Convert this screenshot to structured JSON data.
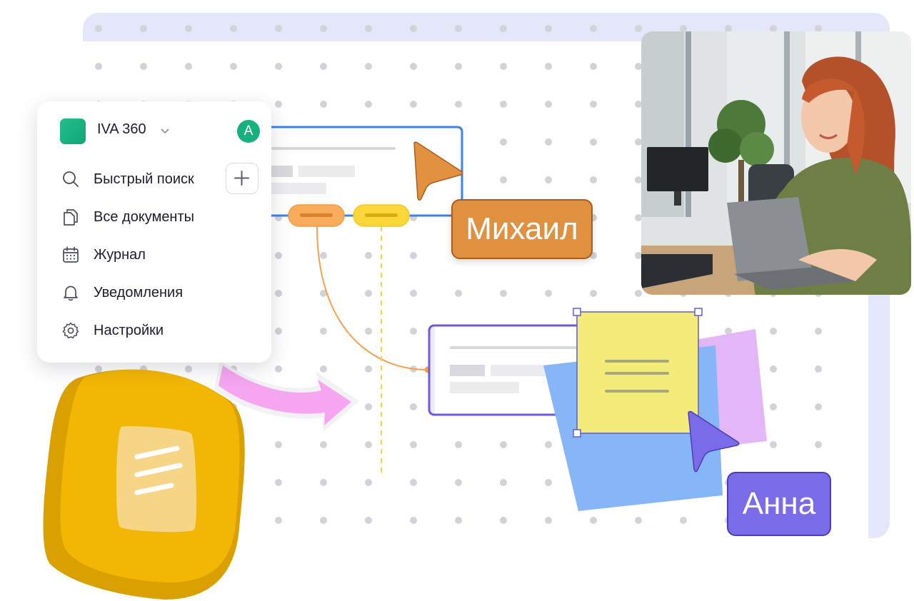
{
  "workspace": {
    "name": "IVA 360",
    "avatar_letter": "A",
    "brand_color": "#17b07f"
  },
  "menu": {
    "items": [
      {
        "label": "Быстрый поиск",
        "icon": "search-icon"
      },
      {
        "label": "Все документы",
        "icon": "documents-icon"
      },
      {
        "label": "Журнал",
        "icon": "calendar-icon"
      },
      {
        "label": "Уведомления",
        "icon": "bell-icon"
      },
      {
        "label": "Настройки",
        "icon": "gear-icon"
      }
    ],
    "add_button_icon": "plus-icon"
  },
  "collaborators": {
    "mikhail": {
      "name": "Михаил",
      "color": "#df9140"
    },
    "anna": {
      "name": "Анна",
      "color": "#7a6be9"
    }
  },
  "colors": {
    "canvas_band": "#e4e6fa",
    "frame_blue": "#3b82f0",
    "frame_purple": "#6a5be0",
    "sticky_yellow": "#f3ec7a",
    "sticky_blue": "#86b6f7",
    "sticky_pink": "#e3b6f7",
    "connector_orange": "#f6a04d",
    "tag_yellow": "#fbd73a"
  }
}
